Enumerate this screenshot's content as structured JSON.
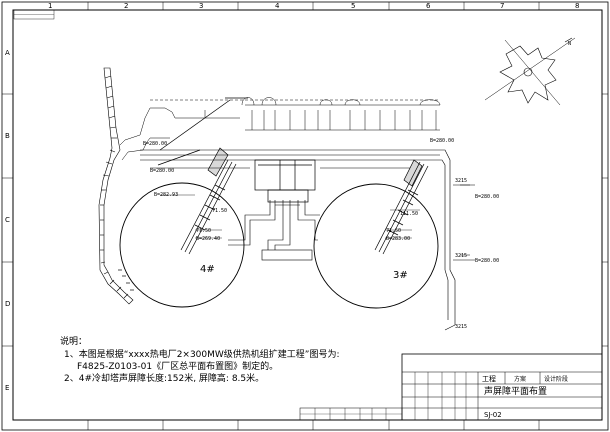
{
  "border": {
    "grid_top": [
      "1",
      "2",
      "3",
      "4",
      "5",
      "6",
      "7",
      "8"
    ],
    "grid_left": [
      "A",
      "B",
      "C",
      "D",
      "E"
    ]
  },
  "plan": {
    "tank_left_label": "4#",
    "tank_right_label": "3#",
    "elev_labels": [
      "B=280.00",
      "B=280.00",
      "B=280.00",
      "B=282.93",
      "B=269.40",
      "B=280.00",
      "B=280.00",
      "B=280.00",
      "B=283.00"
    ],
    "dims": [
      "71.50",
      "71.50",
      "111.50",
      "3215",
      "3215",
      "3215",
      "B=280.00",
      "B=280.00"
    ],
    "north_symbol": "N"
  },
  "notes": {
    "heading": "说明：",
    "line1": "1、本图是根据“xxxx热电厂2×300MW级供热机组扩建工程”图号为:",
    "line2": "F4825-Z0103-01《厂区总平面布置图》制定的。",
    "line3": "2、4#冷却塔声屏障长度:152米, 屏障高: 8.5米。"
  },
  "title_block": {
    "phase": "工程",
    "scheme": "方案",
    "stage": "设计阶段",
    "drawing_title": "声屏障平面布置",
    "drawing_no": "SJ-02"
  }
}
